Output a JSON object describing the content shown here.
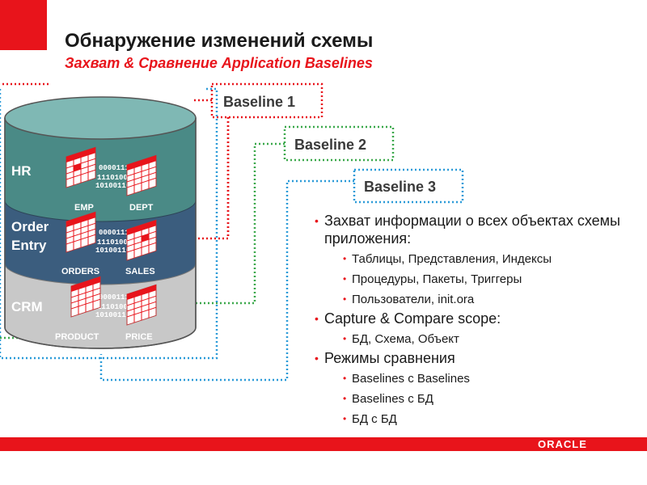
{
  "header": {
    "title": "Обнаружение изменений схемы",
    "subtitle": "Захват & Сравнение Application Baselines"
  },
  "baselines": [
    {
      "label": "Baseline 1",
      "color": "#e8141b"
    },
    {
      "label": "Baseline 2",
      "color": "#3aa84a"
    },
    {
      "label": "Baseline 3",
      "color": "#2a9ad8"
    }
  ],
  "database": {
    "layers": [
      {
        "name_lines": [
          "HR"
        ],
        "tables": [
          "EMP",
          "DEPT"
        ],
        "color": "#4a8a86"
      },
      {
        "name_lines": [
          "Order",
          "Entry"
        ],
        "tables": [
          "ORDERS",
          "SALES"
        ],
        "color": "#3b5d7e"
      },
      {
        "name_lines": [
          "CRM"
        ],
        "tables": [
          "PRODUCT",
          "PRICE"
        ],
        "color": "#c8c8c8"
      }
    ],
    "binary_text": [
      "00001110",
      "1110100",
      "10100110"
    ]
  },
  "bullets": [
    {
      "text": "Захват информации о всех объектах схемы приложения:",
      "sub": [
        "Таблицы, Представления, Индексы",
        "Процедуры, Пакеты, Триггеры",
        "Пользователи, init.ora"
      ]
    },
    {
      "text": "Capture & Compare scope:",
      "sub": [
        "БД, Схема, Объект"
      ]
    },
    {
      "text": "Режимы сравнения",
      "sub": [
        "Baselines с Baselines",
        "Baselines с БД",
        "БД с БД"
      ]
    }
  ],
  "footer": {
    "logo": "ORACLE",
    "color": "#e8141b"
  }
}
